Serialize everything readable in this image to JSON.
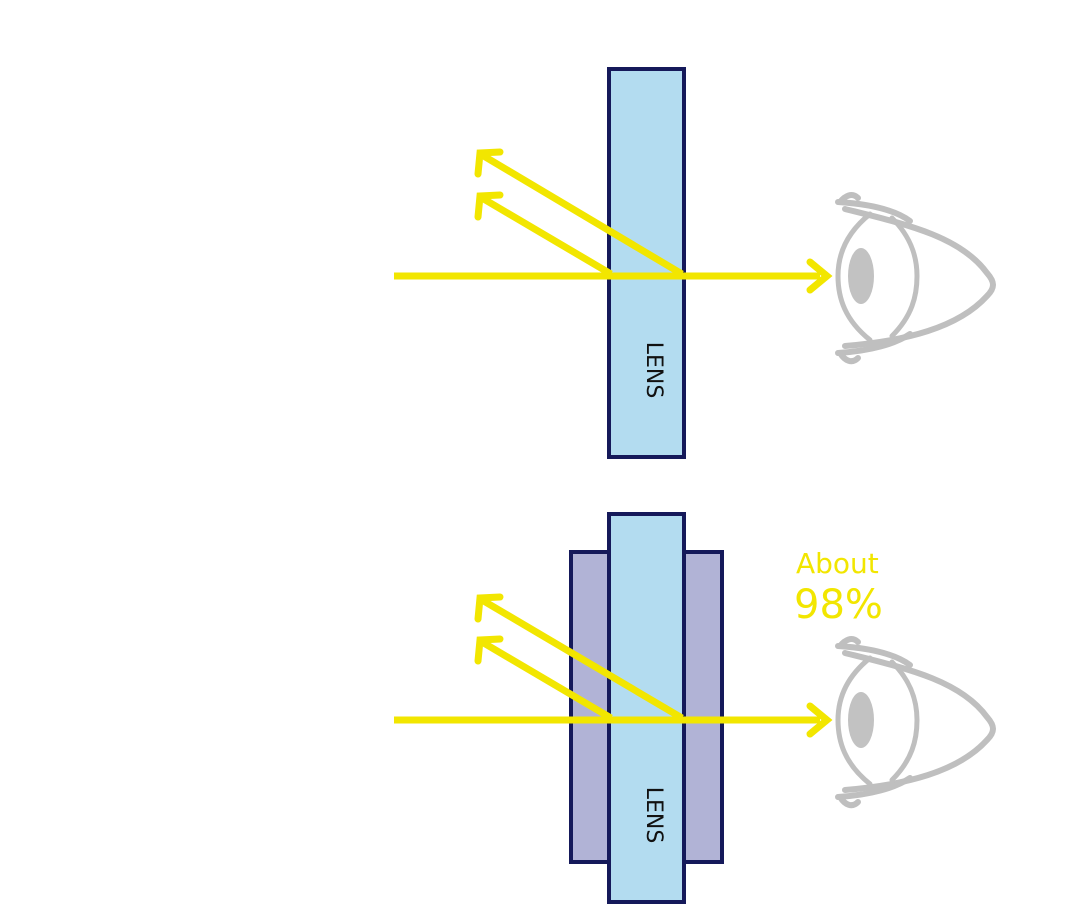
{
  "colors": {
    "background": "#ffffff",
    "lens_fill": "#b3dcf0",
    "lens_stroke": "#15195a",
    "coating_fill": "#b1b3d6",
    "light_ray": "#f2e600",
    "eye_stroke": "#bfbfbf",
    "pupil": "#c2c2c2",
    "text_dark": "#111111"
  },
  "icons": {
    "eye": "eye-icon"
  },
  "diagrams": {
    "uncoated": {
      "lens_label": "LENS"
    },
    "coated": {
      "lens_label": "LENS",
      "transmission_label_line1": "About",
      "transmission_label_line2": "98%"
    }
  }
}
